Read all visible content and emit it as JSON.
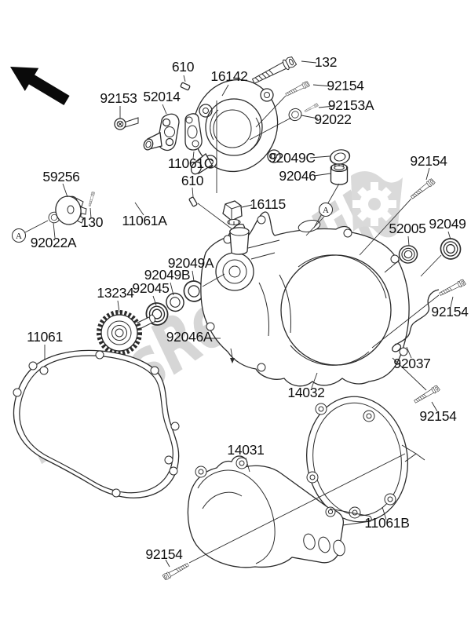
{
  "watermark": {
    "brand": "PartsRepublik"
  },
  "view_markers": {
    "detail": "A"
  },
  "colors": {
    "background": "#ffffff",
    "line_art": "#2b2b2b",
    "label_text": "#101010",
    "watermark_gray": "#cccccc"
  },
  "labels": [
    {
      "text": "610"
    },
    {
      "text": "16142"
    },
    {
      "text": "132"
    },
    {
      "text": "92154"
    },
    {
      "text": "92153A"
    },
    {
      "text": "92022"
    },
    {
      "text": "92153"
    },
    {
      "text": "52014"
    },
    {
      "text": "11061C"
    },
    {
      "text": "610"
    },
    {
      "text": "59256"
    },
    {
      "text": "130"
    },
    {
      "text": "11061A"
    },
    {
      "text": "92022A"
    },
    {
      "text": "92049C"
    },
    {
      "text": "92046"
    },
    {
      "text": "92154"
    },
    {
      "text": "16115"
    },
    {
      "text": "52005"
    },
    {
      "text": "92049"
    },
    {
      "text": "92049A"
    },
    {
      "text": "92049B"
    },
    {
      "text": "92045"
    },
    {
      "text": "13234"
    },
    {
      "text": "92046A"
    },
    {
      "text": "11061"
    },
    {
      "text": "92154"
    },
    {
      "text": "92037"
    },
    {
      "text": "14032"
    },
    {
      "text": "92154"
    },
    {
      "text": "14031"
    },
    {
      "text": "11061B"
    },
    {
      "text": "92154"
    }
  ]
}
